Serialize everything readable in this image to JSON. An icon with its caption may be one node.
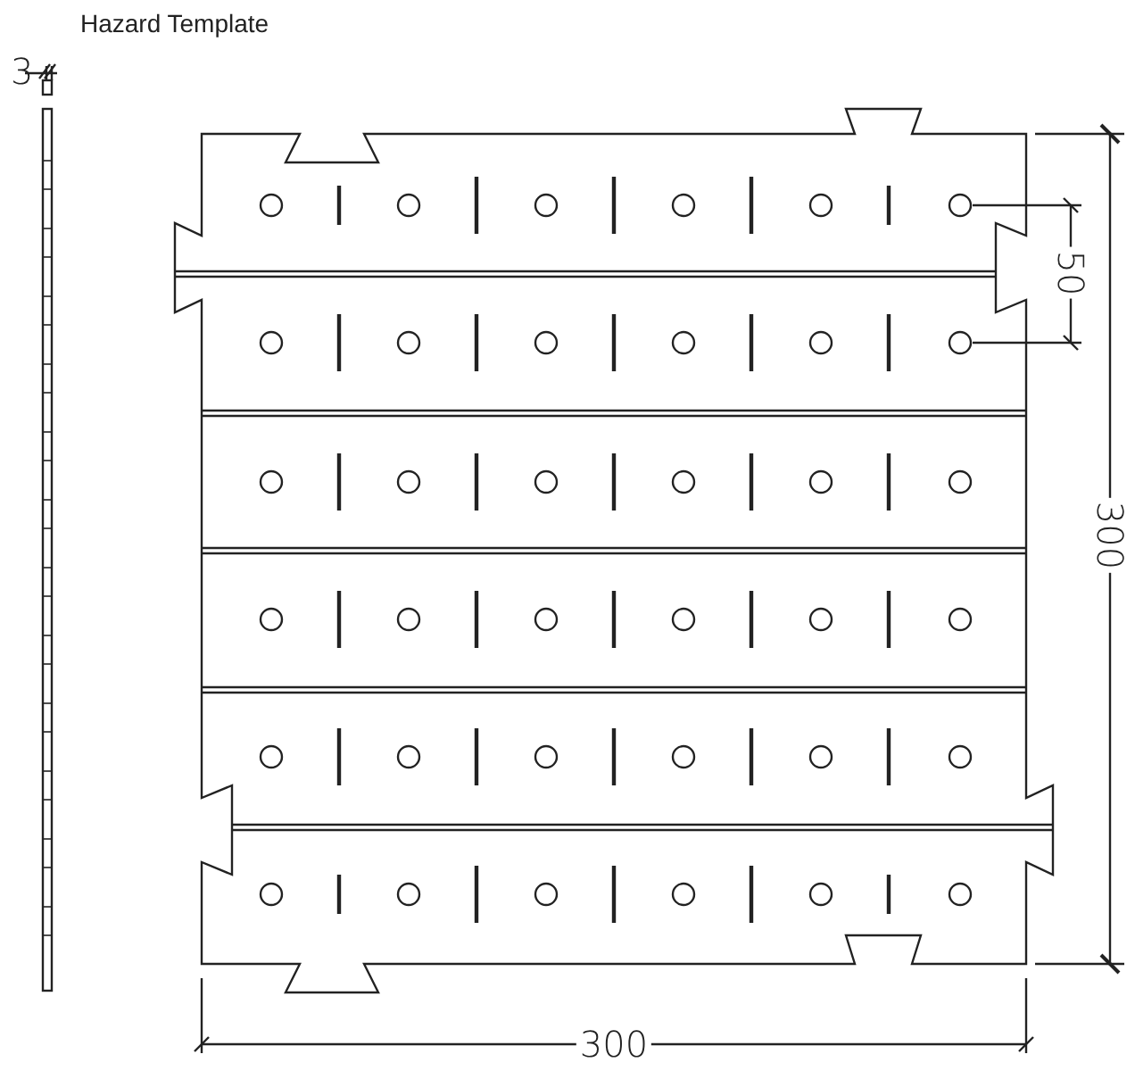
{
  "diagram": {
    "title": "Hazard Template",
    "labels": [
      "3",
      "50",
      "300",
      "300"
    ]
  }
}
